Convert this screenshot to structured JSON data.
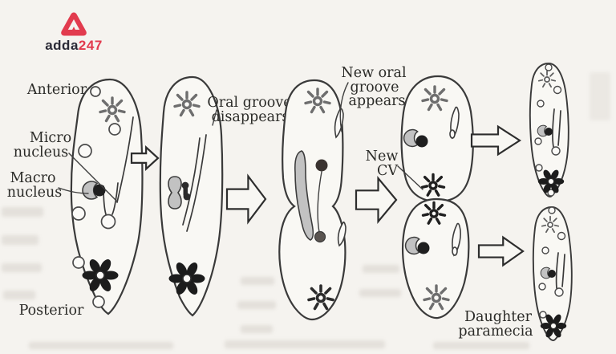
{
  "colors": {
    "accent": "#e23b4e",
    "brand-dark": "#2a2a36",
    "ink": "#3a3a3a",
    "text": "#2b2b28",
    "organ-gray": "#c2c2c2",
    "paper": "#f5f3ef"
  },
  "logo": {
    "brand": "adda",
    "suffix": "247"
  },
  "labels": {
    "anterior": "Anterior",
    "micro_nucleus": [
      "Micro",
      "nucleus"
    ],
    "macro_nucleus": [
      "Macro",
      "nucleus"
    ],
    "posterior": "Posterior",
    "oral_groove_disappears": [
      "Oral groove",
      "disappears"
    ],
    "new_oral_groove_appears": [
      "New oral",
      "groove",
      "appears"
    ],
    "new_cv": [
      "New",
      "CV"
    ],
    "daughter_paramecia": [
      "Daughter",
      "paramecia"
    ]
  }
}
